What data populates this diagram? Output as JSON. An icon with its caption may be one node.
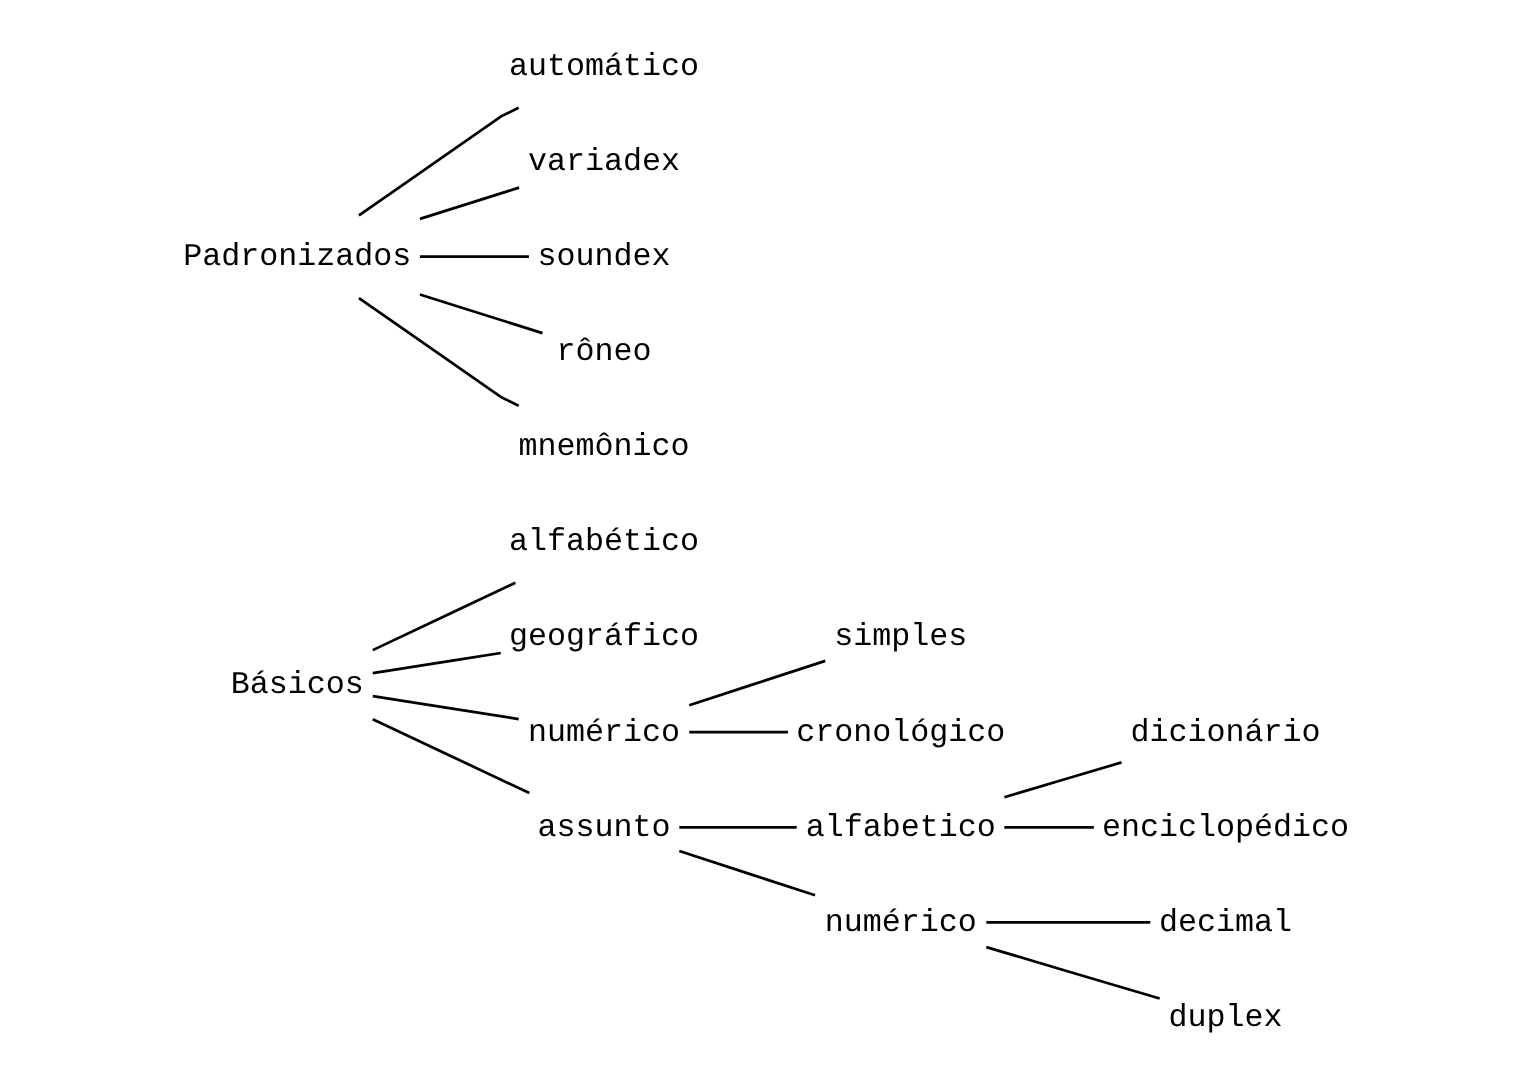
{
  "diagram": {
    "nodes": [
      {
        "text": [
          "Básicos"
        ]
      },
      {
        "text": [
          "alfabético"
        ]
      },
      {
        "text": [
          "geográfico"
        ]
      },
      {
        "text": [
          "numérico"
        ]
      },
      {
        "text": [
          "simples"
        ]
      },
      {
        "text": [
          "cronológico"
        ]
      },
      {
        "text": [
          "assunto"
        ]
      },
      {
        "text": [
          "alfabetico"
        ]
      },
      {
        "text": [
          "dicionário"
        ]
      },
      {
        "text": [
          "enciclopédico"
        ]
      },
      {
        "text": [
          "numérico"
        ]
      },
      {
        "text": [
          "decimal"
        ]
      },
      {
        "text": [
          "duplex"
        ]
      },
      {
        "text": [
          "Padronizados"
        ]
      },
      {
        "text": [
          "automático"
        ]
      },
      {
        "text": [
          "variadex"
        ]
      },
      {
        "text": [
          "soundex"
        ]
      },
      {
        "text": [
          "rôneo"
        ]
      },
      {
        "text": [
          "mnemônico"
        ]
      }
    ],
    "edges": [
      {
        "from": 0,
        "to": 1,
        "arrow": "none"
      },
      {
        "from": 0,
        "to": 2,
        "arrow": "none"
      },
      {
        "from": 0,
        "to": 3,
        "arrow": "none"
      },
      {
        "from": 0,
        "to": 6,
        "arrow": "none"
      },
      {
        "from": 3,
        "to": 4,
        "arrow": "none"
      },
      {
        "from": 3,
        "to": 5,
        "arrow": "none"
      },
      {
        "from": 6,
        "to": 7,
        "arrow": "none"
      },
      {
        "from": 6,
        "to": 10,
        "arrow": "none"
      },
      {
        "from": 7,
        "to": 8,
        "arrow": "none"
      },
      {
        "from": 7,
        "to": 9,
        "arrow": "none"
      },
      {
        "from": 10,
        "to": 11,
        "arrow": "none"
      },
      {
        "from": 10,
        "to": 12,
        "arrow": "none"
      },
      {
        "from": 13,
        "to": 14,
        "arrow": "none"
      },
      {
        "from": 13,
        "to": 15,
        "arrow": "none"
      },
      {
        "from": 13,
        "to": 16,
        "arrow": "none"
      },
      {
        "from": 13,
        "to": 17,
        "arrow": "none"
      },
      {
        "from": 13,
        "to": 18,
        "arrow": "none"
      }
    ]
  }
}
